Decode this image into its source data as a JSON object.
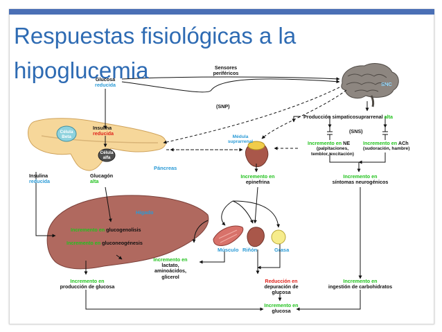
{
  "title": {
    "line1": "Respuestas fisiológicas a la",
    "line2": "hipoglucemia"
  },
  "diagram": {
    "glucosa": "Glucosa",
    "reducida": "reducida",
    "sensores1": "Sensores",
    "sensores2": "periféricos",
    "snc": "SNC",
    "snp": "(SNP)",
    "prod_simp": "Producción simpaticosuprarrenal",
    "alta": "alta",
    "sns": "(SNS)",
    "incremento_en": "Incremento en",
    "ne": "NE",
    "ach": "ACh",
    "ne_note1": "(palpitaciones,",
    "ne_note2": "temblor, excitación)",
    "ach_note": "(sudoración, hambre)",
    "medula1": "Médula",
    "medula2": "suprarrenal",
    "celula": "Célula",
    "beta": "Beta",
    "insulina": "Insulina",
    "alfa": "alfa",
    "pancreas": "Páncreas",
    "glucagon": "Glucagón",
    "epinefrina": "epinefrina",
    "sintomas": "síntomas neurogénicos",
    "higado": "Hígado",
    "glucogenolisis": "glucogenolisis",
    "gluconeogenesis": "gluconeogénesis",
    "en": "en",
    "musculo": "Músculo",
    "rinon": "Riñón",
    "grasa": "Grasa",
    "lactato1": "lactato,",
    "lactato2": "aminoácidos,",
    "lactato3": "glicerol",
    "produccion_glucosa": "producción de glucosa",
    "reduccion_en": "Reducción en",
    "depuracion1": "depuración de",
    "depuracion2": "glucosa",
    "ingestion": "ingestión de carbohidratos",
    "glucosa_lower": "glucosa"
  },
  "colors": {
    "title": "#2e6bb3",
    "green": "#22c21e",
    "red": "#e0221b",
    "blue": "#2a9ad6"
  }
}
